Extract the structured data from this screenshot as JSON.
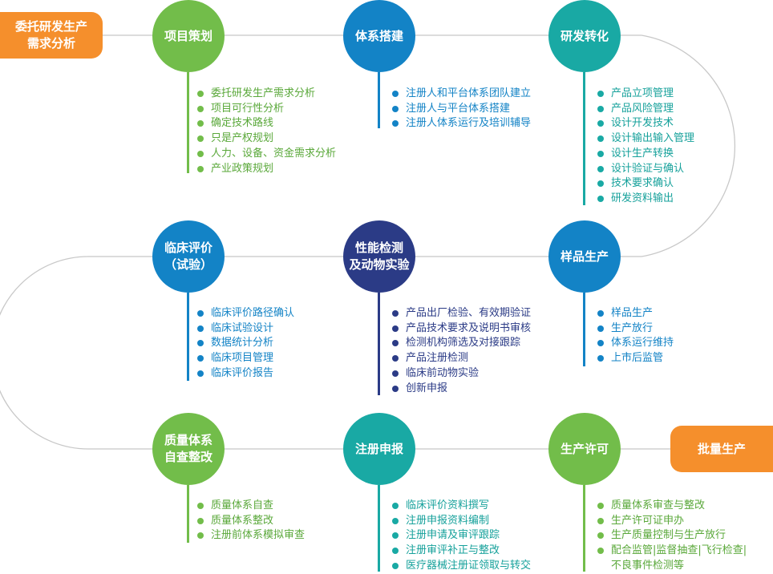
{
  "start": {
    "label": "委托研发生产\n需求分析"
  },
  "end": {
    "label": "批量生产"
  },
  "stages": {
    "project_planning": {
      "title": "项目策划",
      "items": [
        "委托研发生产需求分析",
        "项目可行性分析",
        "确定技术路线",
        "只是产权规划",
        "人力、设备、资金需求分析",
        "产业政策规划"
      ]
    },
    "system_building": {
      "title": "体系搭建",
      "items": [
        "注册人和平台体系团队建立",
        "注册人与平台体系搭建",
        "注册人体系运行及培训辅导"
      ]
    },
    "rd_transfer": {
      "title": "研发转化",
      "items": [
        "产品立项管理",
        "产品风险管理",
        "设计开发技术",
        "设计输出输入管理",
        "设计生产转换",
        "设计验证与确认",
        "技术要求确认",
        "研发资料输出"
      ]
    },
    "sample_production": {
      "title": "样品生产",
      "items": [
        "样品生产",
        "生产放行",
        "体系运行维持",
        "上市后监管"
      ]
    },
    "performance_testing": {
      "title": "性能检测\n及动物实验",
      "items": [
        "产品出厂检验、有效期验证",
        "产品技术要求及说明书审核",
        "检测机构筛选及对接跟踪",
        "产品注册检测",
        "临床前动物实验",
        "创新申报"
      ]
    },
    "clinical_evaluation": {
      "title": "临床评价\n（试验）",
      "items": [
        "临床评价路径确认",
        "临床试验设计",
        "数据统计分析",
        "临床项目管理",
        "临床评价报告"
      ]
    },
    "quality_rectification": {
      "title": "质量体系\n自查整改",
      "items": [
        "质量体系自查",
        "质量体系整改",
        "注册前体系模拟审查"
      ]
    },
    "registration": {
      "title": "注册申报",
      "items": [
        "临床评价资料撰写",
        "注册申报资料编制",
        "注册申请及审评跟踪",
        "注册审评补正与整改",
        "医疗器械注册证领取与转交"
      ]
    },
    "production_license": {
      "title": "生产许可",
      "items": [
        "质量体系审查与整改",
        "生产许可证申办",
        "生产质量控制与生产放行",
        "配合监管|监督抽查|飞行检查|",
        "不良事件检测等"
      ]
    }
  },
  "colors": {
    "green": "#72bd4a",
    "blue": "#1383c6",
    "teal": "#19a9a4",
    "navy": "#2b3b86",
    "orange": "#f58f2c",
    "connector": "#c8c8c8"
  }
}
